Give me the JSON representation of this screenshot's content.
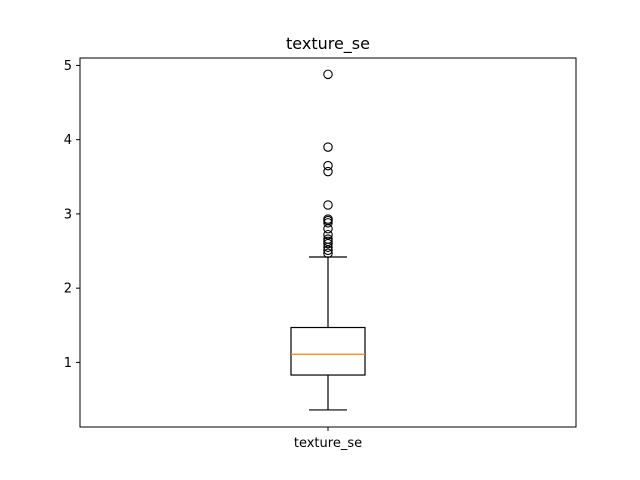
{
  "chart_data": {
    "type": "boxplot",
    "title": "texture_se",
    "categories": [
      "texture_se"
    ],
    "ylim": [
      0.13,
      5.1
    ],
    "yticks": [
      1,
      2,
      3,
      4,
      5
    ],
    "grid": false,
    "series": [
      {
        "whisker_low": 0.36,
        "q1": 0.83,
        "median": 1.11,
        "q3": 1.47,
        "whisker_high": 2.42,
        "outliers": [
          4.88,
          3.9,
          3.65,
          3.57,
          3.12,
          2.93,
          2.91,
          2.88,
          2.8,
          2.72,
          2.66,
          2.63,
          2.6,
          2.55,
          2.51,
          2.47
        ]
      }
    ],
    "colors": {
      "box": "#000000",
      "median": "#ff7f0e",
      "outlier": "#000000"
    }
  }
}
